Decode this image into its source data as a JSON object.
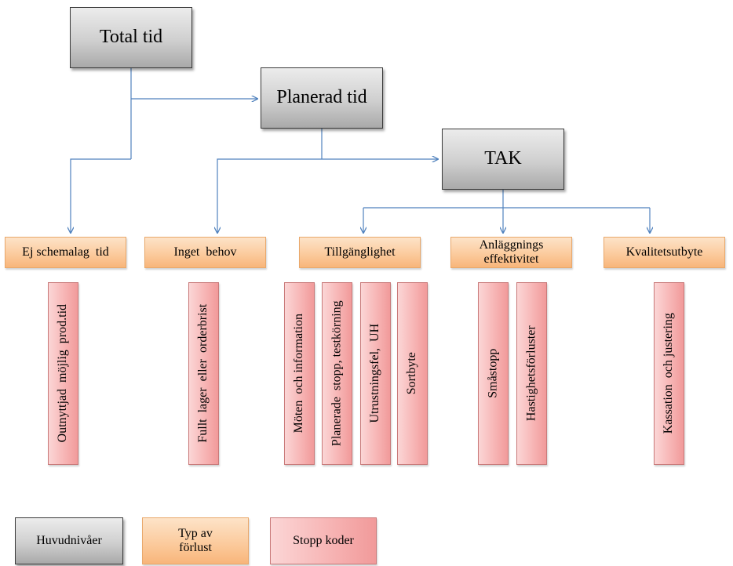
{
  "main_levels": {
    "total": "Total tid",
    "planned": "Planerad tid",
    "tak": "TAK"
  },
  "loss_types": {
    "unscheduled": "Ej schemalag  tid",
    "no_demand": "Inget  behov",
    "availability": "Tillgänglighet",
    "efficiency_line1": "Anläggnings",
    "efficiency_line2": "effektivitet",
    "quality": "Kvalitetsutbyte"
  },
  "stop_codes": {
    "unused_capacity": "Outnyttjad  möjlig  prod.tid",
    "full_stock": "Fullt  lager  eller  orderbrist",
    "meetings": "Möten  och information",
    "planned_stops": "Planerade  stopp, testkörning",
    "equipment_failure": "Utrustningsfel,  UH",
    "changeover": "Sortbyte",
    "minor_stops": "Småstopp",
    "speed_losses": "Hastighetsförluster",
    "scrap": "Kassation  och justering"
  },
  "legend": {
    "main": "Huvudnivåer",
    "loss_line1": "Typ av",
    "loss_line2": "förlust",
    "stop": "Stopp koder"
  },
  "colors": {
    "connector": "#4f81bd",
    "main_fill": "#c8c8c8",
    "loss_fill": "#fbc99a",
    "stop_fill": "#f7b5b5"
  }
}
